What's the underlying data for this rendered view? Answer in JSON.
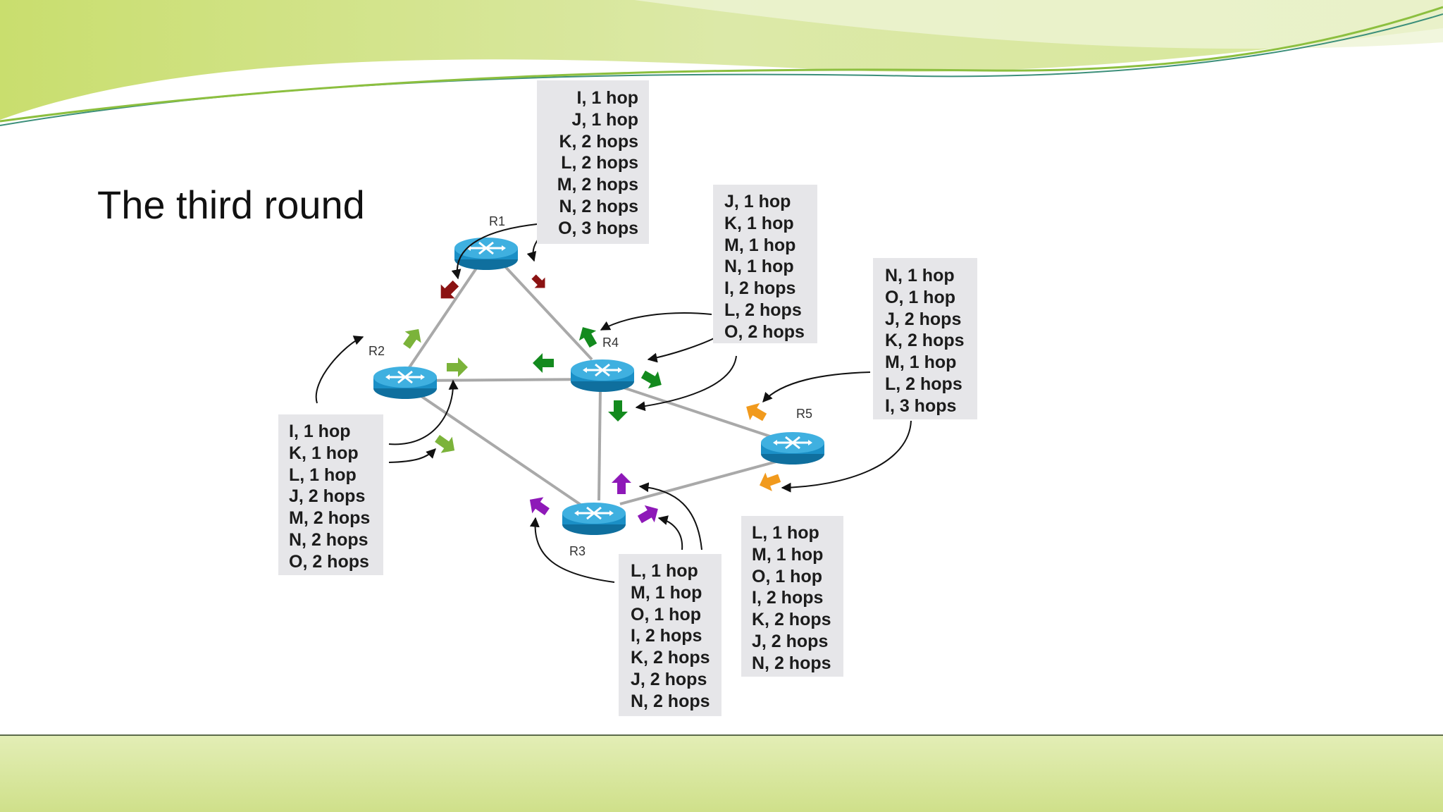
{
  "slide_title": "The third round",
  "colors": {
    "router_body": "#1a8fc6",
    "router_top": "#3fb0e0",
    "link": "#a9a9a9",
    "arrow_r1": "#8b1212",
    "arrow_r2": "#7bb33a",
    "arrow_r4": "#138a1e",
    "arrow_r5": "#f19a1d",
    "arrow_r3": "#8e19b8",
    "table_bg": "#e6e6e9",
    "header_wave": "#cbe08e",
    "footer_band": "#d9e8a8"
  },
  "routers": [
    {
      "id": "R1",
      "label": "R1"
    },
    {
      "id": "R2",
      "label": "R2"
    },
    {
      "id": "R3",
      "label": "R3"
    },
    {
      "id": "R4",
      "label": "R4"
    },
    {
      "id": "R5",
      "label": "R5"
    }
  ],
  "routing_tables": {
    "r1": [
      "I,  1 hop",
      "J, 1 hop",
      "K, 2 hops",
      "L,  2 hops",
      "M, 2 hops",
      "N, 2 hops",
      "O, 3 hops"
    ],
    "r4": [
      "J, 1 hop",
      "K, 1 hop",
      "M, 1 hop",
      "N, 1 hop",
      "I, 2 hops",
      "L, 2 hops",
      "O, 2 hops"
    ],
    "r5": [
      "N, 1 hop",
      "O, 1 hop",
      "J, 2 hops",
      "K, 2 hops",
      "M, 1 hop",
      "L, 2 hops",
      "I, 3 hops"
    ],
    "r2": [
      "I, 1 hop",
      "K, 1 hop",
      "L, 1 hop",
      "J, 2 hops",
      "M, 2 hops",
      "N, 2 hops",
      "O, 2 hops"
    ],
    "r3": [
      "L, 1 hop",
      "M, 1 hop",
      "O, 1 hop",
      "I, 2 hops",
      "K, 2 hops",
      "J, 2 hops",
      "N, 2 hops"
    ],
    "r3b": [
      "L, 1 hop",
      "M, 1 hop",
      "O, 1 hop",
      "I, 2 hops",
      "K, 2 hops",
      "J, 2 hops",
      "N, 2 hops"
    ]
  }
}
